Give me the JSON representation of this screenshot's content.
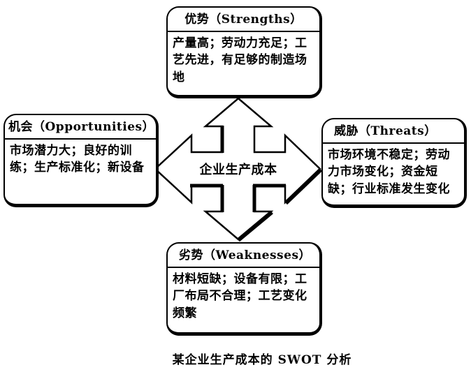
{
  "figure": {
    "caption": "某企业生产成本的 SWOT 分析",
    "center": {
      "label": "企业生产成本",
      "arrow_icon": "four-way-cross-arrow"
    },
    "boxes": {
      "strengths": {
        "title": "优势（Strengths）",
        "body": "产量高；劳动力充足；工艺先进，有足够的制造场地"
      },
      "opportunities": {
        "title": "机会（Opportunities）",
        "body": "市场潜力大；良好的训练；生产标准化；新设备"
      },
      "threats": {
        "title": "威胁（Threats）",
        "body": "市场环境不稳定；劳动力市场变化；资金短缺；行业标准发生变化"
      },
      "weaknesses": {
        "title": "劣势（Weaknesses）",
        "body": "材料短缺；设备有限；工厂布局不合理；工艺变化频繁"
      }
    },
    "colors": {
      "line": "#000000",
      "background": "#ffffff",
      "text": "#000000"
    }
  }
}
